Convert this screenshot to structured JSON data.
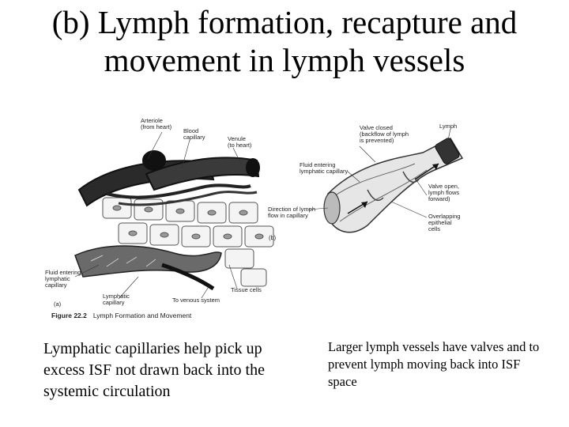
{
  "slide": {
    "title_line1": "(b) Lymph formation, recapture and",
    "title_line2": "movement in lymph vessels",
    "left_caption": "Lymphatic capillaries help pick up excess ISF not drawn back into the systemic circulation",
    "right_caption": "Larger lymph vessels have valves and to prevent lymph moving back into ISF space"
  },
  "figure": {
    "labels": {
      "arteriole": "Arteriole\n(from heart)",
      "blood_capillary": "Blood\ncapillary",
      "venule": "Venule\n(to heart)",
      "fluid_entering_left": "Fluid entering\nlymphatic\ncapillary",
      "lymphatic_capillary": "Lymphatic\ncapillary",
      "to_venous_system": "To venous system",
      "tissue_cells": "Tissue cells",
      "part_a": "(a)",
      "part_b": "(b)",
      "valve_closed": "Valve closed\n(backflow of lymph\nis prevented)",
      "lymph": "Lymph",
      "fluid_entering_right": "Fluid entering\nlymphatic capillary",
      "direction_of_lymph": "Direction of lymph\nflow in capillary",
      "valve_open": "Valve open,\nlymph flows\nforward)",
      "overlapping_cells": "Overlapping\nepithelial\ncells"
    },
    "caption_number": "Figure 22.2",
    "caption_title": "Lymph Formation and Movement"
  }
}
